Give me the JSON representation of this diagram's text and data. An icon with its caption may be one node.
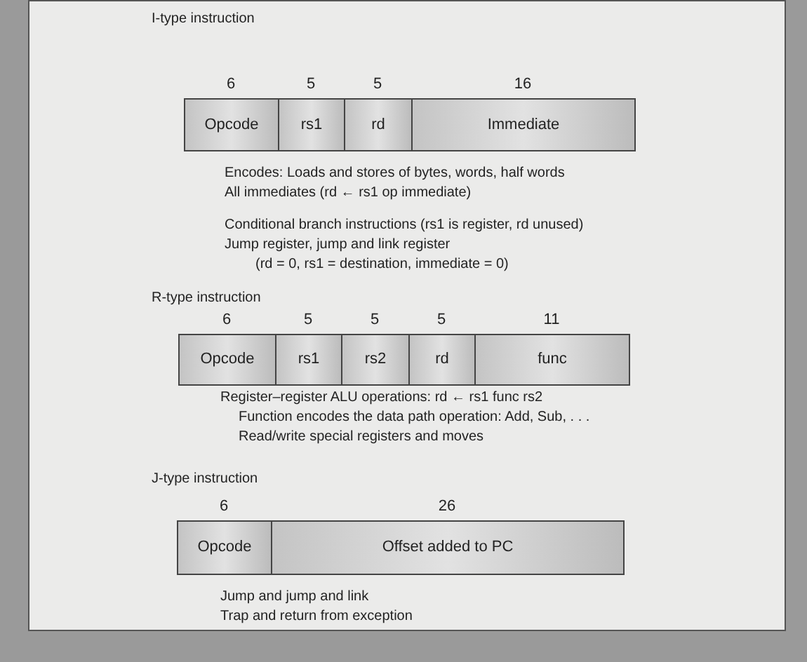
{
  "diagram": {
    "nodes": [
      {
        "text": [
          "Opcode"
        ],
        "beside": [
          "6"
        ]
      },
      {
        "text": [
          "rs1"
        ],
        "beside": [
          "5"
        ]
      },
      {
        "text": [
          "rd"
        ],
        "beside": [
          "5"
        ]
      },
      {
        "text": [
          "Immediate"
        ],
        "beside": [
          "16"
        ]
      },
      {
        "text": [
          "Opcode"
        ],
        "beside": [
          "6"
        ]
      },
      {
        "text": [
          "rs1"
        ],
        "beside": [
          "5"
        ]
      },
      {
        "text": [
          "rs2"
        ],
        "beside": [
          "5"
        ]
      },
      {
        "text": [
          "rd"
        ],
        "beside": [
          "5"
        ]
      },
      {
        "text": [
          "func"
        ],
        "beside": [
          "11"
        ]
      },
      {
        "text": [
          "Opcode"
        ],
        "beside": [
          "6"
        ]
      },
      {
        "text": [
          "Offset added to PC"
        ],
        "beside": [
          "26"
        ]
      }
    ],
    "labels": [
      "I-type instruction",
      "Encodes: Loads and stores of bytes, words, half words",
      "All immediates (rd ← rs1 op immediate)",
      "Conditional branch instructions (rs1 is register, rd unused)",
      "Jump register, jump and link register",
      "(rd = 0, rs1 = destination, immediate = 0)",
      "R-type instruction",
      "Register–register ALU operations: rd ← rs1 func rs2",
      "Function encodes the data path operation: Add, Sub, . . .",
      "Read/write special registers and moves",
      "J-type instruction",
      "Jump and jump and link",
      "Trap and return from exception"
    ]
  }
}
